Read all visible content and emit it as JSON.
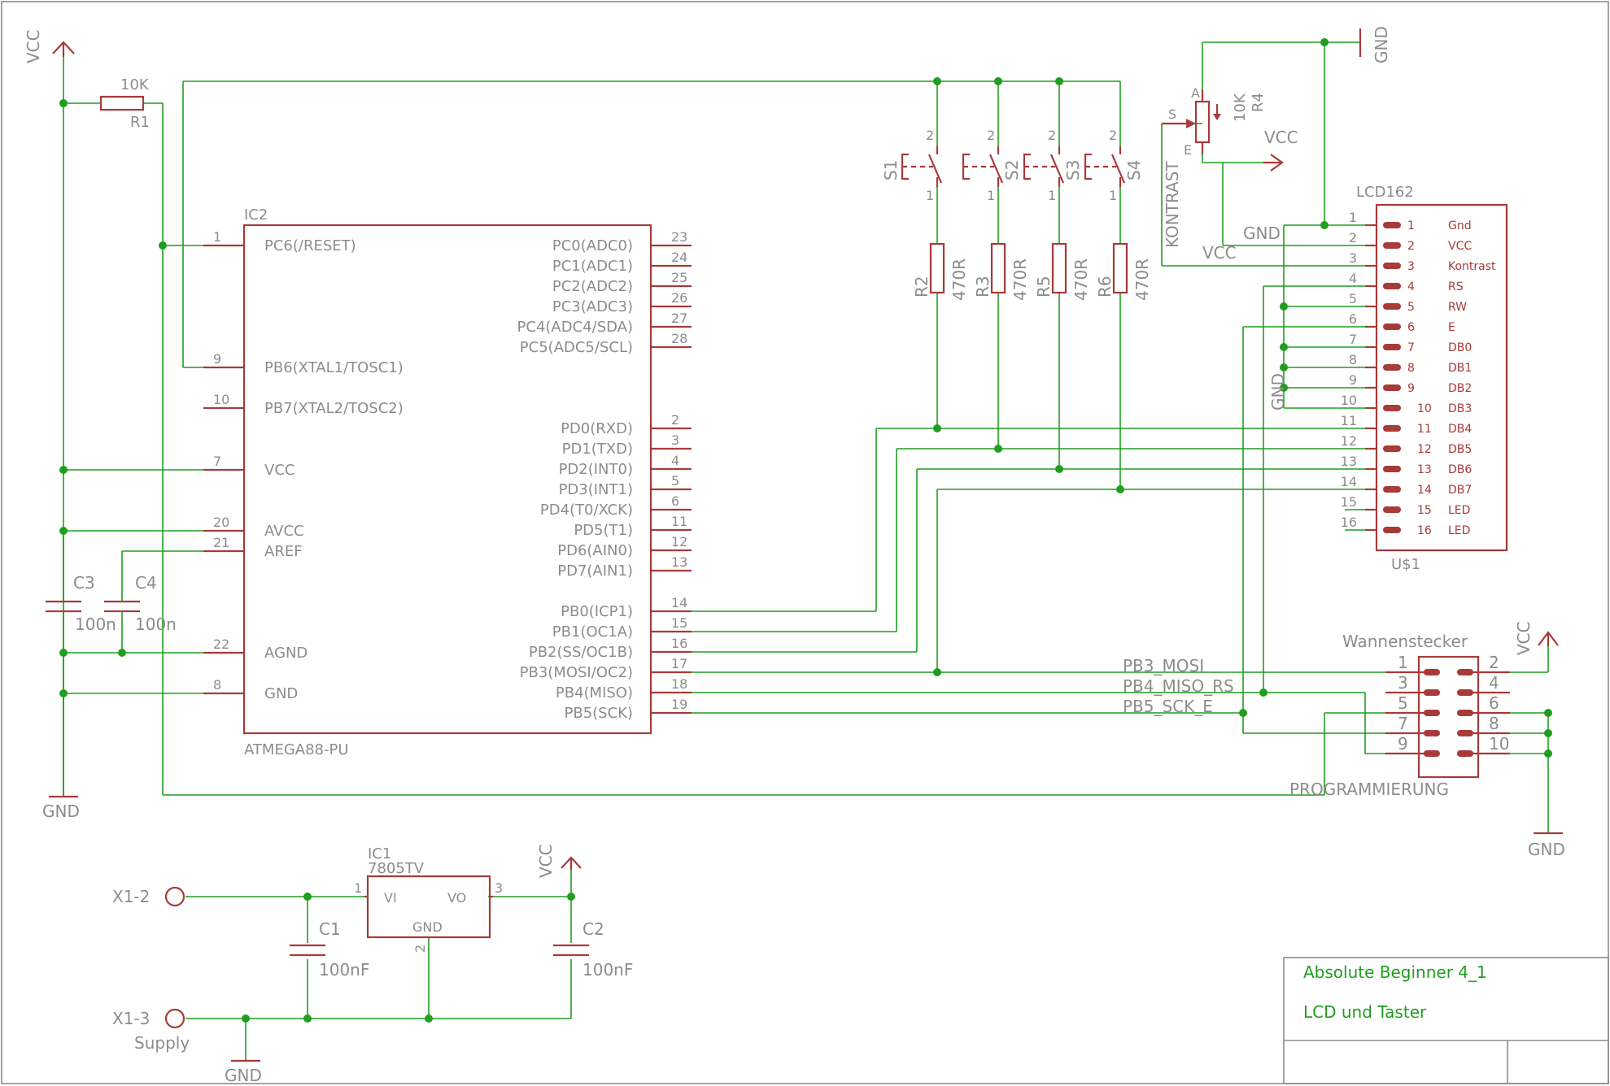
{
  "title_block": {
    "line1": "Absolute Beginner 4_1",
    "line2": "LCD und Taster"
  },
  "mcu": {
    "ref": "IC2",
    "value": "ATMEGA88-PU",
    "left_pins": [
      {
        "num": "1",
        "name": "PC6(/RESET)"
      },
      {
        "num": "9",
        "name": "PB6(XTAL1/TOSC1)"
      },
      {
        "num": "10",
        "name": "PB7(XTAL2/TOSC2)"
      },
      {
        "num": "7",
        "name": "VCC"
      },
      {
        "num": "20",
        "name": "AVCC"
      },
      {
        "num": "21",
        "name": "AREF"
      },
      {
        "num": "22",
        "name": "AGND"
      },
      {
        "num": "8",
        "name": "GND"
      }
    ],
    "right_pins": [
      {
        "num": "23",
        "name": "PC0(ADC0)"
      },
      {
        "num": "24",
        "name": "PC1(ADC1)"
      },
      {
        "num": "25",
        "name": "PC2(ADC2)"
      },
      {
        "num": "26",
        "name": "PC3(ADC3)"
      },
      {
        "num": "27",
        "name": "PC4(ADC4/SDA)"
      },
      {
        "num": "28",
        "name": "PC5(ADC5/SCL)"
      },
      {
        "num": "2",
        "name": "PD0(RXD)"
      },
      {
        "num": "3",
        "name": "PD1(TXD)"
      },
      {
        "num": "4",
        "name": "PD2(INT0)"
      },
      {
        "num": "5",
        "name": "PD3(INT1)"
      },
      {
        "num": "6",
        "name": "PD4(T0/XCK)"
      },
      {
        "num": "11",
        "name": "PD5(T1)"
      },
      {
        "num": "12",
        "name": "PD6(AIN0)"
      },
      {
        "num": "13",
        "name": "PD7(AIN1)"
      },
      {
        "num": "14",
        "name": "PB0(ICP1)"
      },
      {
        "num": "15",
        "name": "PB1(OC1A)"
      },
      {
        "num": "16",
        "name": "PB2(SS/OC1B)"
      },
      {
        "num": "17",
        "name": "PB3(MOSI/OC2)"
      },
      {
        "num": "18",
        "name": "PB4(MISO)"
      },
      {
        "num": "19",
        "name": "PB5(SCK)"
      }
    ]
  },
  "lcd": {
    "ref": "LCD162",
    "value": "U$1",
    "pins": [
      {
        "num": "1",
        "name": "Gnd"
      },
      {
        "num": "2",
        "name": "VCC"
      },
      {
        "num": "3",
        "name": "Kontrast"
      },
      {
        "num": "4",
        "name": "RS"
      },
      {
        "num": "5",
        "name": "RW"
      },
      {
        "num": "6",
        "name": "E"
      },
      {
        "num": "7",
        "name": "DB0"
      },
      {
        "num": "8",
        "name": "DB1"
      },
      {
        "num": "9",
        "name": "DB2"
      },
      {
        "num": "10",
        "name": "DB3"
      },
      {
        "num": "11",
        "name": "DB4"
      },
      {
        "num": "12",
        "name": "DB5"
      },
      {
        "num": "13",
        "name": "DB6"
      },
      {
        "num": "14",
        "name": "DB7"
      },
      {
        "num": "15",
        "name": "LED"
      },
      {
        "num": "16",
        "name": "LED"
      }
    ]
  },
  "regulator": {
    "ref": "IC1",
    "value": "7805TV",
    "vi": "VI",
    "vo": "VO",
    "gnd": "GND",
    "pin_in": "1",
    "pin_gnd": "2",
    "pin_out": "3"
  },
  "r1": {
    "ref": "R1",
    "value": "10K"
  },
  "r4": {
    "ref": "R4",
    "value": "10K",
    "pin_a": "A",
    "pin_e": "E",
    "pin_s": "S"
  },
  "resistors": [
    {
      "ref": "R2",
      "value": "470R"
    },
    {
      "ref": "R3",
      "value": "470R"
    },
    {
      "ref": "R5",
      "value": "470R"
    },
    {
      "ref": "R6",
      "value": "470R"
    }
  ],
  "switches": [
    {
      "ref": "S1",
      "pin_top": "2",
      "pin_bot": "1"
    },
    {
      "ref": "S2",
      "pin_top": "2",
      "pin_bot": "1"
    },
    {
      "ref": "S3",
      "pin_top": "2",
      "pin_bot": "1"
    },
    {
      "ref": "S4",
      "pin_top": "2",
      "pin_bot": "1"
    }
  ],
  "caps": {
    "c1": {
      "ref": "C1",
      "value": "100nF"
    },
    "c2": {
      "ref": "C2",
      "value": "100nF"
    },
    "c3": {
      "ref": "C3",
      "value": "100n"
    },
    "c4": {
      "ref": "C4",
      "value": "100n"
    }
  },
  "header": {
    "name": "Wannenstecker",
    "value": "PROGRAMMIERUNG",
    "left_pins": [
      "1",
      "3",
      "5",
      "7",
      "9"
    ],
    "right_pins": [
      "2",
      "4",
      "6",
      "8",
      "10"
    ]
  },
  "supply": {
    "pin_a": "X1-2",
    "pin_b": "X1-3",
    "label": "Supply"
  },
  "nets": {
    "vcc": "VCC",
    "gnd": "GND",
    "kontrast": "KONTRAST",
    "mosi": "PB3_MOSI",
    "miso": "PB4_MISO_RS",
    "sck": "PB5_SCK_E"
  }
}
